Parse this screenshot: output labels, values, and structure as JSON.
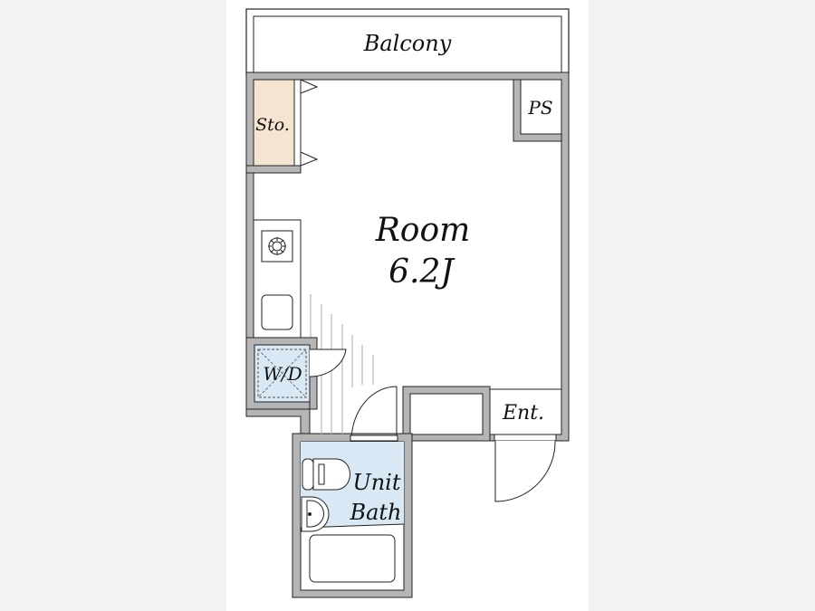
{
  "labels": {
    "balcony": "Balcony",
    "storage": "Sto.",
    "pipe_space": "PS",
    "room_name": "Room",
    "room_size": "6.2J",
    "washer": "W/D",
    "entrance": "Ent.",
    "bath_line1": "Unit",
    "bath_line2": "Bath"
  },
  "colors": {
    "wall": "#b5b5b5",
    "storage_fill": "#f5e4cf",
    "wet_area_fill": "#d8e9f5"
  }
}
